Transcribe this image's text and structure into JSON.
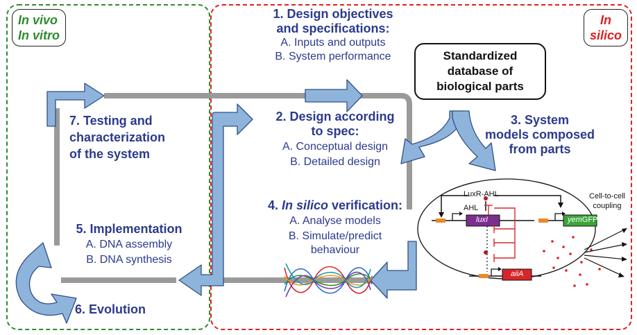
{
  "labels": {
    "in_vivo": "In vivo",
    "in_vitro": "In vitro",
    "in_silico_1": "In",
    "in_silico_2": "silico"
  },
  "steps": {
    "s1_title_1": "1. Design objectives",
    "s1_title_2": "and specifications:",
    "s1_a": "A. Inputs and outputs",
    "s1_b": "B. System performance",
    "s2_title_1": "2. Design according",
    "s2_title_2": "to spec:",
    "s2_a": "A. Conceptual design",
    "s2_b": "B. Detailed design",
    "s3_1": "3. System",
    "s3_2": "models composed",
    "s3_3": "from parts",
    "s4_prefix": "4.",
    "s4_italic": "In silico",
    "s4_suffix": "verification:",
    "s4_a": "A. Analyse models",
    "s4_b": "B. Simulate/predict",
    "s4_c": "behaviour",
    "s5_title": "5. Implementation",
    "s5_a": "A. DNA assembly",
    "s5_b": "B. DNA synthesis",
    "s6": "6. Evolution",
    "s7_1": "7. Testing and",
    "s7_2": "characterization",
    "s7_3": "of the system"
  },
  "database": {
    "line1": "Standardized",
    "line2": "database of",
    "line3": "biological parts"
  },
  "circuit": {
    "luxr_ahl": "LuxR-AHL",
    "ahl": "AHL",
    "luxI": "luxI",
    "yem_italic": "yem",
    "gfp": "GFP",
    "aiiA": "aiiA",
    "coupling_1": "Cell-to-cell",
    "coupling_2": "coupling"
  },
  "colors": {
    "in_vivo_green": "#2e8b2e",
    "in_silico_red": "#e0201f",
    "step_text": "#2b3a8c",
    "arrow_fill": "#8fb4dc",
    "loop_gray": "#9a9a9a"
  }
}
